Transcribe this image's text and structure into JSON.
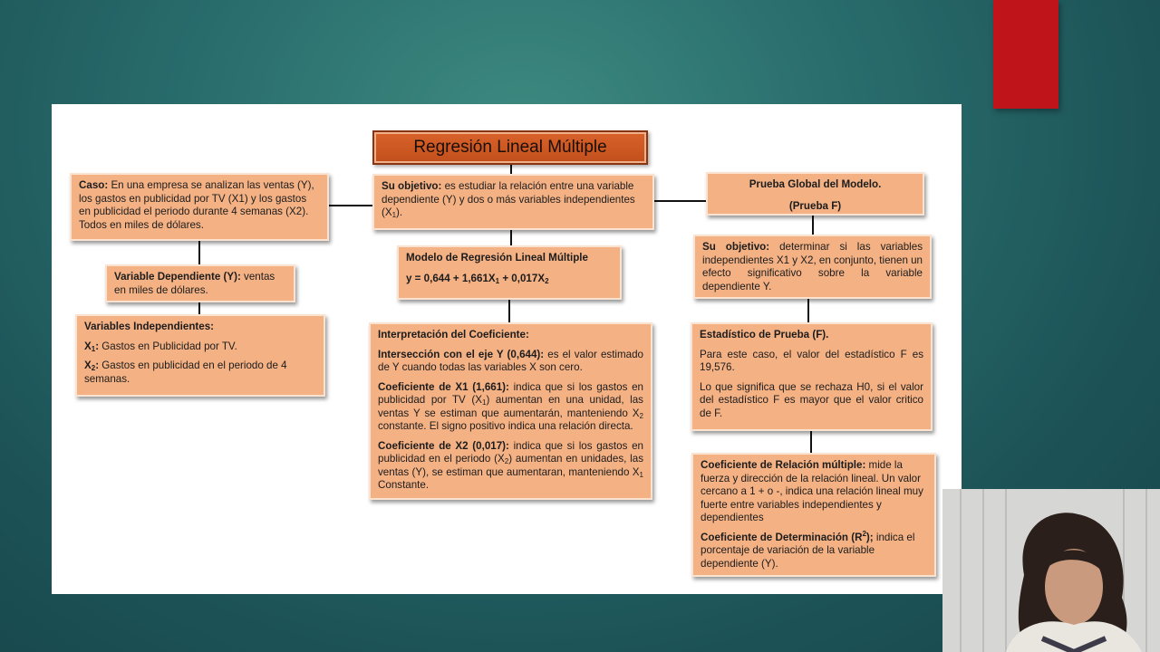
{
  "title": "Regresión Lineal Múltiple",
  "caso": {
    "label": "Caso:",
    "text": " En una empresa se analizan las ventas (Y), los gastos en publicidad por TV (X1) y los gastos en publicidad el periodo durante 4 semanas (X2). Todos en miles de dólares."
  },
  "variable_dependiente": {
    "label": "Variable Dependiente (Y):",
    "text": " ventas en miles de dólares."
  },
  "variables_independientes": {
    "label": "Variables Independientes:",
    "x1_label": "X",
    "x1_sub": "1",
    "x1_colon": ":",
    "x1_text": " Gastos en Publicidad por TV.",
    "x2_label": "X",
    "x2_sub": "2",
    "x2_colon": ":",
    "x2_text": " Gastos en publicidad en el periodo de 4 semanas."
  },
  "objetivo": {
    "label": "Su objetivo:",
    "text": " es estudiar la relación entre una variable dependiente (Y) y dos o más variables independientes (X",
    "sub": "1",
    "end": ")."
  },
  "modelo": {
    "label": "Modelo de Regresión Lineal Múltiple",
    "eq_a": "y = 0,644 + 1,661X",
    "eq_sub1": "1",
    "eq_b": " + 0,017X",
    "eq_sub2": "2"
  },
  "interpretacion": {
    "title": "Interpretación del Coeficiente:",
    "intercept_label": "Intersección con el eje Y (0,644):",
    "intercept_text": " es el valor estimado de Y cuando todas las variables X son cero.",
    "x1_label": "Coeficiente de X1 (1,661):",
    "x1_text_a": " indica que si los gastos en publicidad por TV (X",
    "x1_sub": "1",
    "x1_text_b": ") aumentan en una unidad, las ventas Y se estiman que aumentarán, manteniendo X",
    "x1_sub2": "2",
    "x1_text_c": " constante. El signo positivo indica una relación directa.",
    "x2_label": "Coeficiente de X2 (0,017):",
    "x2_text_a": " indica que si los gastos en publicidad en el periodo (X",
    "x2_sub": "2",
    "x2_text_b": ") aumentan en unidades, las ventas (Y), se estiman que aumentaran, manteniendo X",
    "x2_sub2": "1",
    "x2_text_c": " Constante."
  },
  "prueba_global": {
    "line1": "Prueba Global del Modelo.",
    "line2": "(Prueba F)"
  },
  "objetivo_f": {
    "label": "Su objetivo:",
    "text": " determinar si las variables independientes X1 y X2, en conjunto, tienen un efecto significativo sobre la variable dependiente Y."
  },
  "estadistico": {
    "label": "Estadístico de Prueba (F).",
    "p1": "Para este caso, el valor del estadístico F es 19,576.",
    "p2": "Lo que significa que se rechaza H0, si el valor del estadístico F es mayor que el valor critico de F."
  },
  "coeficientes": {
    "rel_label": "Coeficiente de Relación múltiple:",
    "rel_text": " mide la fuerza y dirección de la relación lineal. Un valor cercano a 1 + o -, indica una relación lineal muy fuerte entre variables independientes y dependientes",
    "det_label": "Coeficiente de Determinación (R",
    "det_sup": "2",
    "det_label_end": ");",
    "det_text": " indica el porcentaje de variación de la variable dependiente (Y)."
  },
  "colors": {
    "box_fill": "#f4b184",
    "title_fill": "#d35a24",
    "accent_red": "#c0141b",
    "background": "#2a6e6e"
  }
}
